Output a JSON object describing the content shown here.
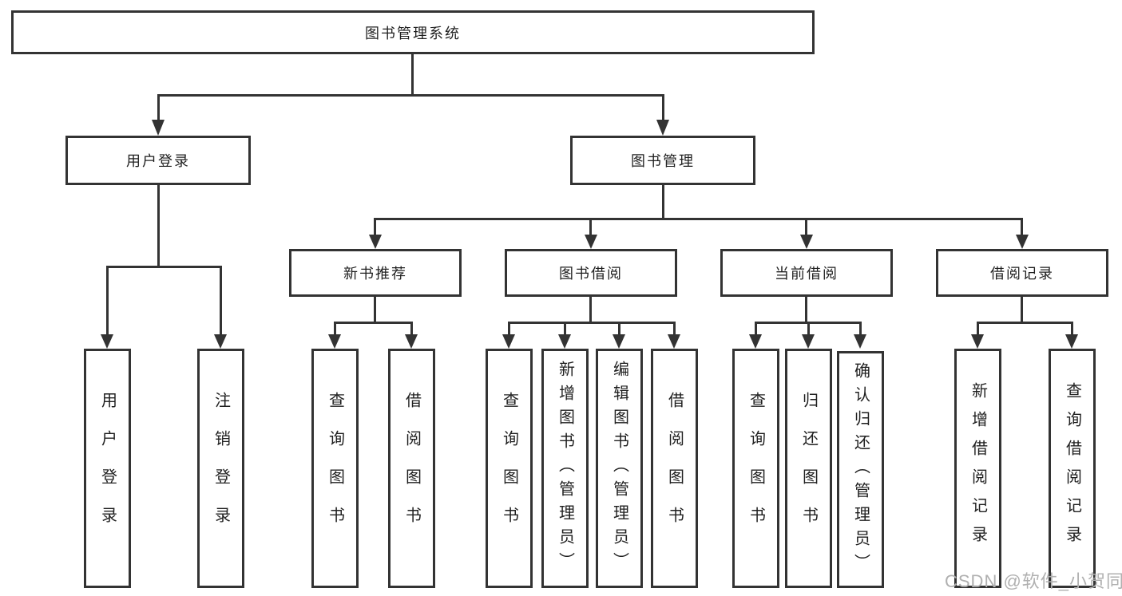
{
  "tree": {
    "root": "图书管理系统",
    "branches": {
      "user_login": {
        "label": "用户登录",
        "children": [
          "用户登录",
          "注销登录"
        ]
      },
      "book_mgmt": {
        "label": "图书管理",
        "sections": {
          "new_book_rec": {
            "label": "新书推荐",
            "children": [
              "查询图书",
              "借阅图书"
            ]
          },
          "book_borrow": {
            "label": "图书借阅",
            "children": [
              "查询图书",
              "新增图书（管理员）",
              "编辑图书（管理员）",
              "借阅图书"
            ]
          },
          "current_borrow": {
            "label": "当前借阅",
            "children": [
              "查询图书",
              "归还图书",
              "确认归还（管理员）"
            ]
          },
          "borrow_record": {
            "label": "借阅记录",
            "children": [
              "新增借阅记录",
              "查询借阅记录"
            ]
          }
        }
      }
    }
  },
  "watermark": "CSDN @软件_小贺同学",
  "colors": {
    "line": "#333333",
    "text": "#1f1f1f",
    "background": "#ffffff",
    "watermark": "#b0b0b0"
  }
}
